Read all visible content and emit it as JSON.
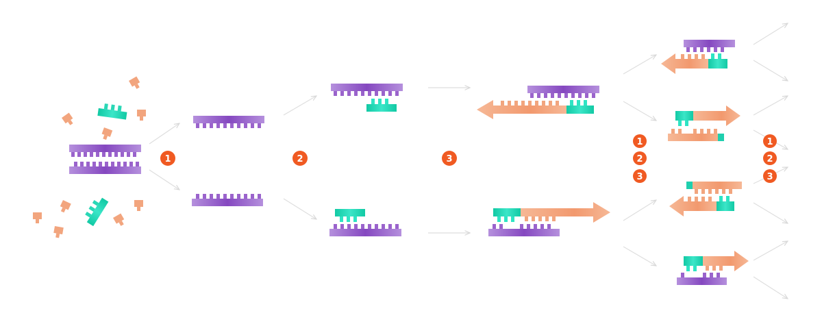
{
  "diagram": {
    "colors": {
      "template_strand": "#8a52c4",
      "template_strand_light": "#b791dc",
      "new_strand": "#f2a57e",
      "new_strand_light": "#f9c8ad",
      "primer": "#1fcfae",
      "primer_light": "#5ee8cc",
      "step_badge": "#f05a22",
      "arrow": "#dcdcdc"
    },
    "icons": {
      "nucleotide": "nucleotide-icon",
      "primer": "primer-icon",
      "template": "template-strand-icon",
      "step": "step-badge-icon"
    },
    "steps": {
      "step1": "1",
      "step2": "2",
      "step3": "3"
    },
    "cycle_badges": [
      "1",
      "2",
      "3"
    ],
    "cycle_badges_end": [
      "1",
      "2",
      "3"
    ]
  }
}
